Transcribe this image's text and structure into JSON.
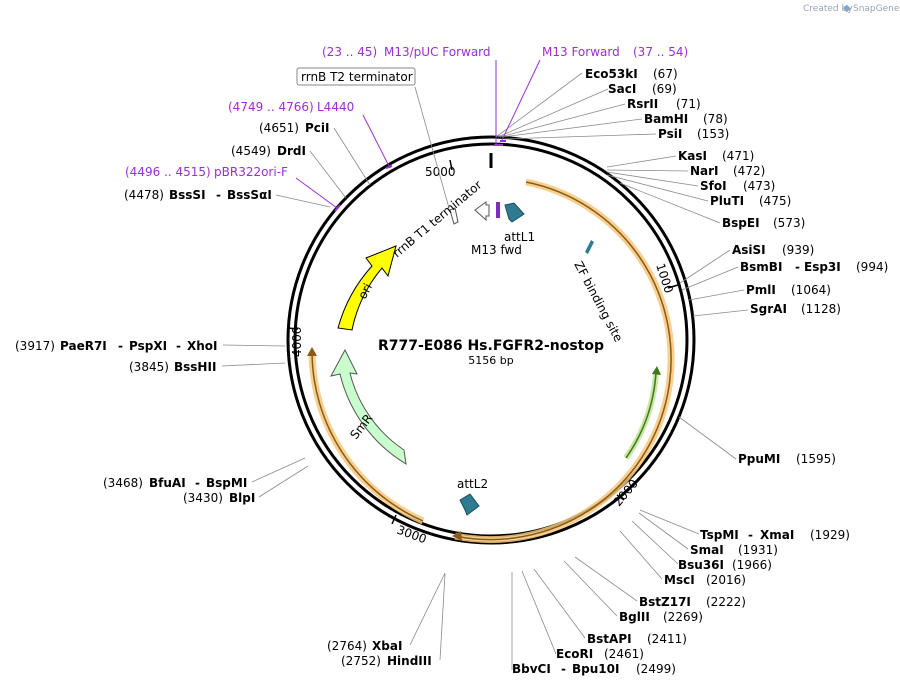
{
  "credit": {
    "prefix": "Created by",
    "brand": "SnapGene"
  },
  "plasmid": {
    "name": "R777-E086 Hs.FGFR2-nostop",
    "size_label": "5156 bp"
  },
  "ticks": [
    {
      "label": "5000"
    },
    {
      "label": "1000"
    },
    {
      "label": "2000"
    },
    {
      "label": "3000"
    },
    {
      "label": "4000"
    }
  ],
  "primers": [
    {
      "range": "(23 .. 45)",
      "name": "M13/pUC Forward"
    },
    {
      "range": "",
      "name": "M13 Forward",
      "range2": "(37 .. 54)"
    },
    {
      "range": "(4749 .. 4766)",
      "name": "L4440"
    },
    {
      "range": "(4496 .. 4515)",
      "name": "pBR322ori-F"
    }
  ],
  "terminator_box": "rrnB T2 terminator",
  "sites_right": [
    {
      "name": "Eco53kI",
      "pos": "(67)"
    },
    {
      "name": "SacI",
      "pos": "(69)"
    },
    {
      "name": "RsrII",
      "pos": "(71)"
    },
    {
      "name": "BamHI",
      "pos": "(78)"
    },
    {
      "name": "PsiI",
      "pos": "(153)"
    },
    {
      "name": "KasI",
      "pos": "(471)"
    },
    {
      "name": "NarI",
      "pos": "(472)"
    },
    {
      "name": "SfoI",
      "pos": "(473)"
    },
    {
      "name": "PluTI",
      "pos": "(475)"
    },
    {
      "name": "BspEI",
      "pos": "(573)"
    },
    {
      "name": "AsiSI",
      "pos": "(939)"
    },
    {
      "name": "BsmBI",
      "name2": "Esp3I",
      "pos": "(994)"
    },
    {
      "name": "PmlI",
      "pos": "(1064)"
    },
    {
      "name": "SgrAI",
      "pos": "(1128)"
    },
    {
      "name": "PpuMI",
      "pos": "(1595)"
    },
    {
      "name": "TspMI",
      "name2": "XmaI",
      "pos": "(1929)"
    },
    {
      "name": "SmaI",
      "pos": "(1931)"
    },
    {
      "name": "Bsu36I",
      "pos": "(1966)"
    },
    {
      "name": "MscI",
      "pos": "(2016)"
    },
    {
      "name": "BstZ17I",
      "pos": "(2222)"
    },
    {
      "name": "BglII",
      "pos": "(2269)"
    },
    {
      "name": "BstAPI",
      "pos": "(2411)"
    },
    {
      "name": "EcoRI",
      "pos": "(2461)"
    },
    {
      "name": "BbvCI",
      "name2": "Bpu10I",
      "pos": "(2499)"
    }
  ],
  "sites_left": [
    {
      "name": "PciI",
      "pos": "(4651)"
    },
    {
      "name": "DrdI",
      "pos": "(4549)"
    },
    {
      "name": "BssSI",
      "name2": "BssSαI",
      "pos": "(4478)"
    },
    {
      "name": "PaeR7I",
      "name2": "PspXI",
      "name3": "XhoI",
      "pos": "(3917)"
    },
    {
      "name": "BssHII",
      "pos": "(3845)"
    },
    {
      "name": "BfuAI",
      "name2": "BspMI",
      "pos": "(3468)"
    },
    {
      "name": "BlpI",
      "pos": "(3430)"
    },
    {
      "name": "XbaI",
      "pos": "(2764)"
    },
    {
      "name": "HindIII",
      "pos": "(2752)"
    }
  ],
  "features": {
    "rrnb_t1": "rrnB T1 terminator",
    "m13fwd": "M13 fwd",
    "attl1": "attL1",
    "zf": "ZF binding site",
    "ori": "ori",
    "smr": "SmR",
    "attl2": "attL2"
  },
  "colors": {
    "primer": "#9b30d0",
    "insert_band": "#f6c77a",
    "ori": "#ffff00",
    "smr": "#c8ffcc",
    "att": "#2f7b91",
    "zf_green": "#5a9e2a"
  }
}
